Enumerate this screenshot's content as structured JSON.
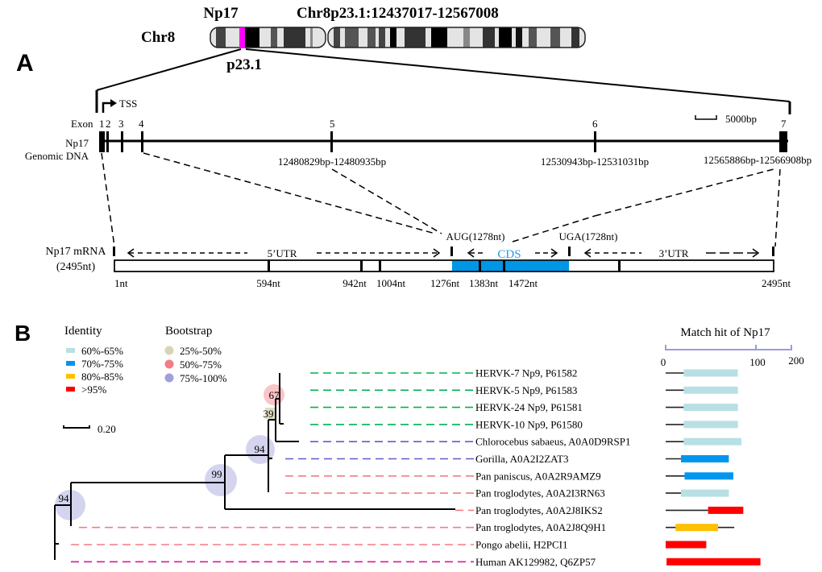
{
  "panel_a": {
    "label": "A",
    "gene_name": "Np17",
    "locus": "Chr8p23.1:12437017-12567008",
    "chromosome_label": "Chr8",
    "band_label": "p23.1",
    "tss_label": "TSS",
    "exon_prefix": "Exon",
    "exon_numbers": [
      "1",
      "2",
      "3",
      "4",
      "5",
      "6",
      "7"
    ],
    "scale_bar_label": "5000bp",
    "genomic_dna_label_1": "Np17",
    "genomic_dna_label_2": "Genomic DNA",
    "exon_coords": {
      "exon5": "12480829bp-12480935bp",
      "exon6": "12530943bp-12531031bp",
      "exon7": "12565886bp-12566908bp"
    },
    "mrna_label_1": "Np17 mRNA",
    "mrna_label_2": "(2495nt)",
    "aug_label": "AUG(1278nt)",
    "uga_label": "UGA(1728nt)",
    "utr5_label": "5’UTR",
    "cds_label": "CDS",
    "utr3_label": "3’UTR",
    "mrna_positions": [
      "1nt",
      "594nt",
      "942nt",
      "1004nt",
      "1276nt",
      "1383nt",
      "1472nt",
      "2495nt"
    ],
    "colors": {
      "band_highlight": "#ff00ff",
      "cds_fill": "#0096e6",
      "cds_text": "#1a9ee8"
    }
  },
  "panel_b": {
    "label": "B",
    "identity_title": "Identity",
    "identity_legend": [
      {
        "label": "60%-65%",
        "color": "#b8e0e4"
      },
      {
        "label": "70%-75%",
        "color": "#0096f0"
      },
      {
        "label": "80%-85%",
        "color": "#ffc000"
      },
      {
        "label": ">95%",
        "color": "#ff0000"
      }
    ],
    "bootstrap_title": "Bootstrap",
    "bootstrap_legend": [
      {
        "label": "25%-50%",
        "color": "#d9d4b4"
      },
      {
        "label": "50%-75%",
        "color": "#f47c84"
      },
      {
        "label": "75%-100%",
        "color": "#a0a0dc"
      }
    ],
    "tree_scale_label": "0.20",
    "bootstrap_values": [
      "67",
      "39",
      "94",
      "99",
      "94"
    ],
    "match_title": "Match hit of Np17",
    "match_axis_ticks": [
      "0",
      "100",
      "200"
    ],
    "taxa": [
      {
        "name": "HERVK-7 Np9, P61582",
        "line_color": "#00b050"
      },
      {
        "name": "HERVK-5 Np9, P61583",
        "line_color": "#00b050"
      },
      {
        "name": "HERVK-24 Np9, P61581",
        "line_color": "#00b050"
      },
      {
        "name": "HERVK-10 Np9, P61580",
        "line_color": "#00b050"
      },
      {
        "name": "Chlorocebus sabaeus, A0A0D9RSP1",
        "line_color": "#5b5bcf"
      },
      {
        "name": "Gorilla, A0A2I2ZAT3",
        "line_color": "#5b5bcf"
      },
      {
        "name": "Pan paniscus, A0A2R9AMZ9",
        "line_color": "#f47c84"
      },
      {
        "name": "Pan troglodytes, A0A2I3RN63",
        "line_color": "#f47c84"
      },
      {
        "name": "Pan troglodytes, A0A2J8IKS2",
        "line_color": "#f47c84"
      },
      {
        "name": "Pan troglodytes, A0A2J8Q9H1",
        "line_color": "#f47c84"
      },
      {
        "name": "Pongo abelii, H2PCI1",
        "line_color": "#f47c84"
      },
      {
        "name": "Human AK129982, Q6ZP57",
        "line_color": "#e0199b"
      }
    ],
    "match_hits": [
      {
        "line_start": 0,
        "line_end": 20,
        "hit_start": 20,
        "hit_end": 80,
        "identity": "60%-65%"
      },
      {
        "line_start": 0,
        "line_end": 20,
        "hit_start": 20,
        "hit_end": 80,
        "identity": "60%-65%"
      },
      {
        "line_start": 0,
        "line_end": 20,
        "hit_start": 20,
        "hit_end": 80,
        "identity": "60%-65%"
      },
      {
        "line_start": 0,
        "line_end": 20,
        "hit_start": 20,
        "hit_end": 80,
        "identity": "60%-65%"
      },
      {
        "line_start": 0,
        "line_end": 20,
        "hit_start": 20,
        "hit_end": 84,
        "identity": "60%-65%"
      },
      {
        "line_start": 0,
        "line_end": 17,
        "hit_start": 17,
        "hit_end": 70,
        "identity": "70%-75%"
      },
      {
        "line_start": 0,
        "line_end": 21,
        "hit_start": 21,
        "hit_end": 75,
        "identity": "70%-75%"
      },
      {
        "line_start": 0,
        "line_end": 17,
        "hit_start": 17,
        "hit_end": 70,
        "identity": "60%-65%"
      },
      {
        "line_start": 0,
        "line_end": 47,
        "hit_start": 47,
        "hit_end": 86,
        "identity": ">95%"
      },
      {
        "line_start": 0,
        "line_end": 76,
        "hit_start": 11,
        "hit_end": 58,
        "identity": "80%-85%"
      },
      {
        "line_start": 0,
        "line_end": 0,
        "hit_start": 0,
        "hit_end": 45,
        "identity": ">95%"
      },
      {
        "line_start": 0,
        "line_end": 0,
        "hit_start": 1,
        "hit_end": 105,
        "identity": ">95%"
      }
    ]
  }
}
